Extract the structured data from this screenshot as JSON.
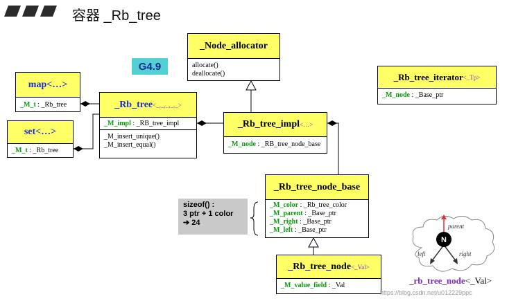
{
  "header": {
    "title": "容器 _Rb_tree"
  },
  "version_badge": "G4.9",
  "classes": {
    "node_allocator": {
      "name": "_Node_allocator",
      "methods": [
        "allocate()",
        "deallocate()"
      ]
    },
    "map": {
      "name": "map<…>",
      "field_name": "_M_t",
      "field_type": " : _Rb_tree"
    },
    "set": {
      "name": "set<…>",
      "field_name": "_M_t",
      "field_type": " : _Rb_tree"
    },
    "rb_tree": {
      "name": "_Rb_tree",
      "tparams": "<_,_,_,_,_>",
      "field_name": "_M_impl",
      "field_type": " : _RB_tree_impl",
      "methods": [
        "_M_insert_unique()",
        "_M_insert_equal()"
      ]
    },
    "rb_tree_impl": {
      "name": "_Rb_tree_impl",
      "tparams": "<…>",
      "field_name": "_M_node",
      "field_type": " : _RB_tree_node_base"
    },
    "rb_tree_iterator": {
      "name": "_Rb_tree_iterator",
      "tparams": "<_Tp>",
      "field_name": "_M_node",
      "field_type": " : _Base_ptr"
    },
    "rb_tree_node_base": {
      "name": "_Rb_tree_node_base",
      "fields": [
        {
          "name": "_M_color",
          "type": " : _Rb_tree_color"
        },
        {
          "name": "_M_parent",
          "type": " : _Base_ptr"
        },
        {
          "name": "_M_right",
          "type": " : _Base_ptr"
        },
        {
          "name": "_M_left",
          "type": " : _Base_ptr"
        }
      ]
    },
    "rb_tree_node": {
      "name": "_Rb_tree_node",
      "tparams": "<_Val>",
      "field_name": "_M_value_field",
      "field_type": " : _Val"
    }
  },
  "sizeof_note": {
    "line1": "sizeof() :",
    "line2": "3 ptr + 1 color",
    "line3": "➔  24"
  },
  "tree_diagram": {
    "node": "N",
    "parent": "parent",
    "left": "left",
    "right": "right"
  },
  "caption": {
    "name": "_rb_tree_node",
    "tparams": "<_Val>"
  },
  "watermark": "https://blog.csdn.net/u012229ppc",
  "colors": {
    "class_header": "#ffff66",
    "field": "#0a9a0a",
    "blue_name": "#1a2fd6",
    "badge": "#52d0d6",
    "caption": "#7a2bc8"
  }
}
